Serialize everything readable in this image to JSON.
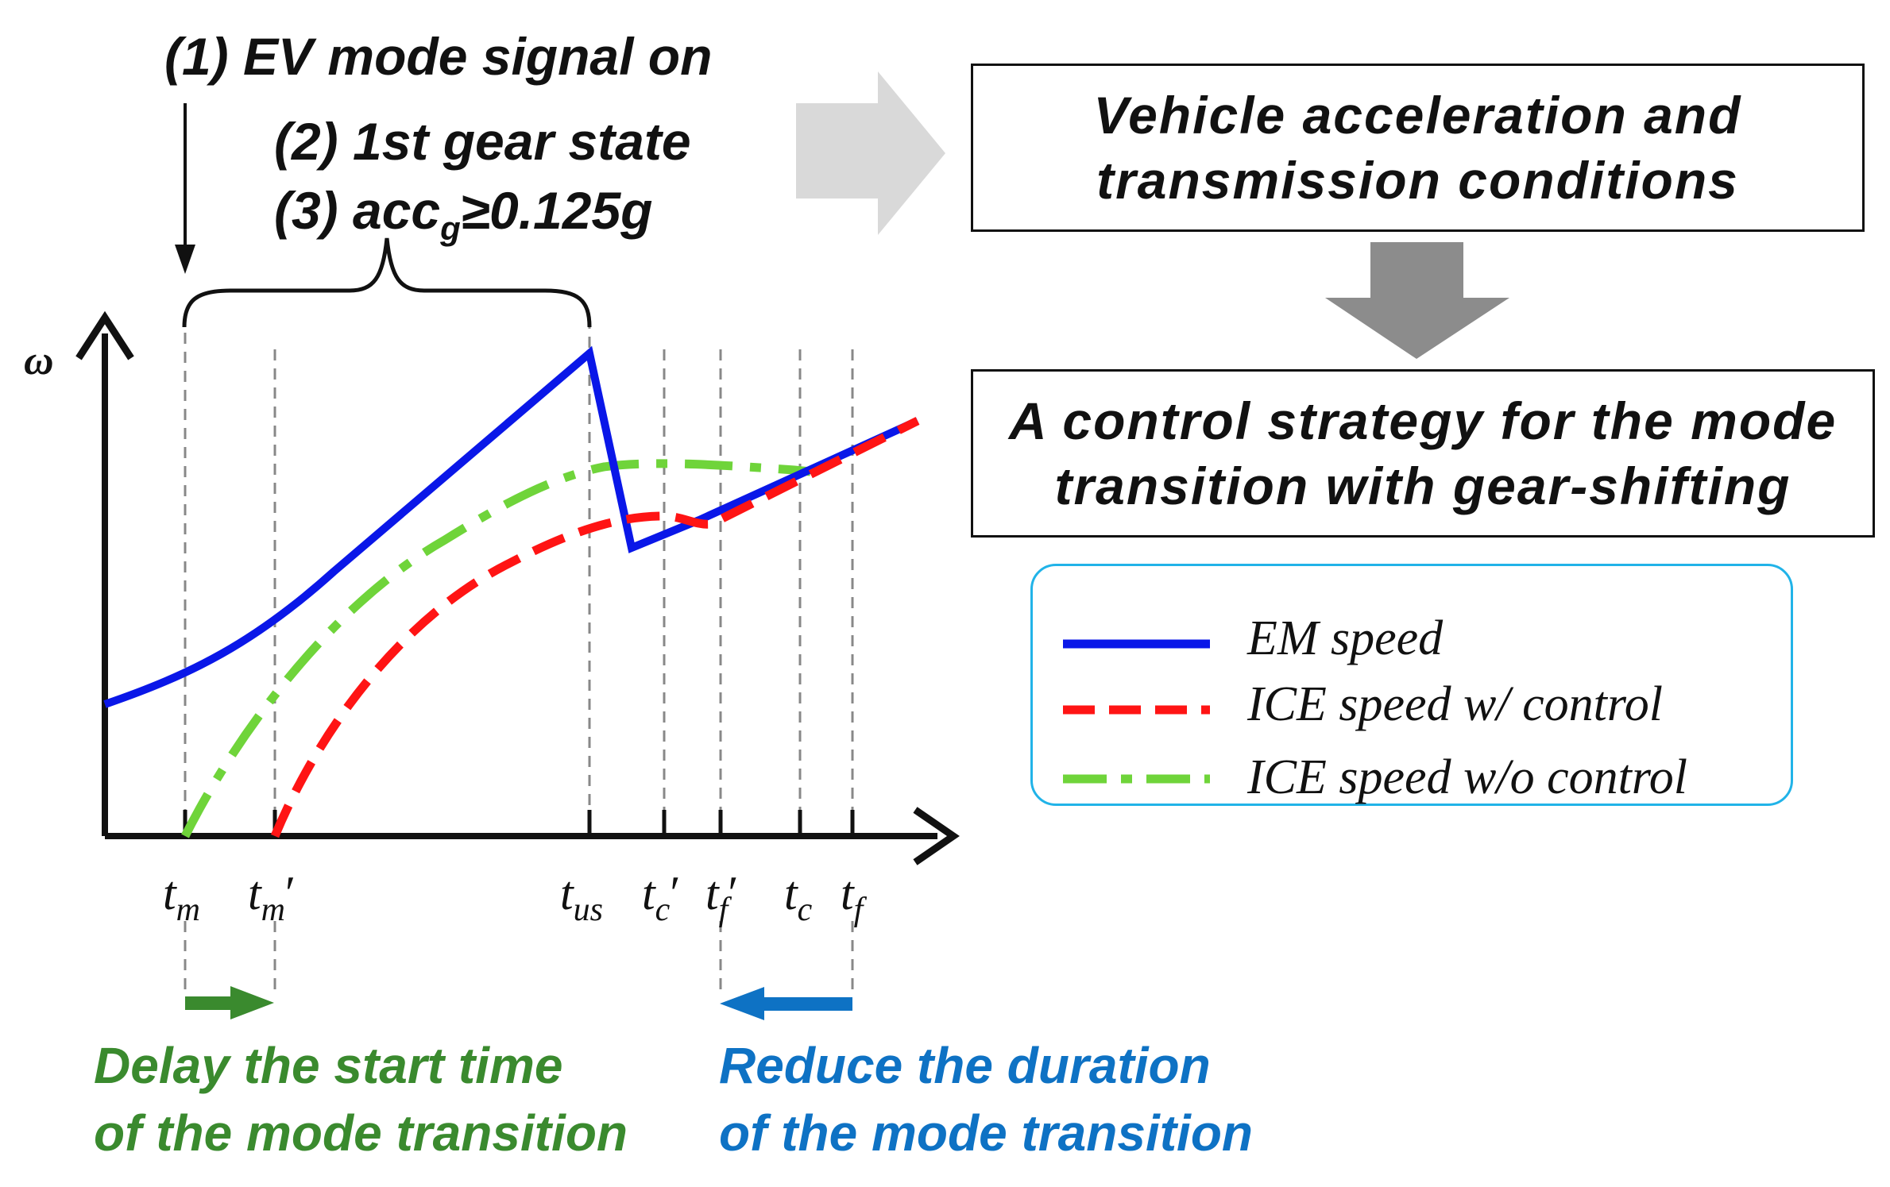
{
  "conditions": {
    "c1": "(1) EV mode signal on",
    "c2": "(2) 1st gear state",
    "c3_prefix": "(3) acc",
    "c3_sub": "g",
    "c3_suffix": "≥0.125g"
  },
  "boxes": {
    "top_line1": "Vehicle acceleration and",
    "top_line2": "transmission conditions",
    "bottom_line1": "A control strategy for the mode",
    "bottom_line2": "transition with gear-shifting"
  },
  "legend": [
    {
      "label": "EM speed",
      "color": "#0a17e8",
      "style": "solid"
    },
    {
      "label": "ICE speed w/ control",
      "color": "#ff1414",
      "style": "dashed"
    },
    {
      "label": "ICE speed w/o control",
      "color": "#6fd43a",
      "style": "dash-dot"
    }
  ],
  "axis": {
    "y_label": "ω"
  },
  "ticks": [
    {
      "main": "t",
      "sub": "m",
      "prime": ""
    },
    {
      "main": "t",
      "sub": "m",
      "prime": "′"
    },
    {
      "main": "t",
      "sub": "us",
      "prime": ""
    },
    {
      "main": "t",
      "sub": "c",
      "prime": "′"
    },
    {
      "main": "t",
      "sub": "f",
      "prime": "′"
    },
    {
      "main": "t",
      "sub": "c",
      "prime": ""
    },
    {
      "main": "t",
      "sub": "f",
      "prime": ""
    }
  ],
  "notes": {
    "delay_line1": "Delay the start time",
    "delay_line2": "of the mode transition",
    "delay_color": "#3a8a2e",
    "reduce_line1": "Reduce the duration",
    "reduce_line2": "of the mode transition",
    "reduce_color": "#0e72c4"
  },
  "colors": {
    "em_speed": "#0a17e8",
    "ice_with_control": "#ff1414",
    "ice_without_control": "#6fd43a",
    "big_arrow_light": "#d9d9d9",
    "big_arrow_dark": "#8c8c8c",
    "legend_border": "#21b3e8"
  }
}
